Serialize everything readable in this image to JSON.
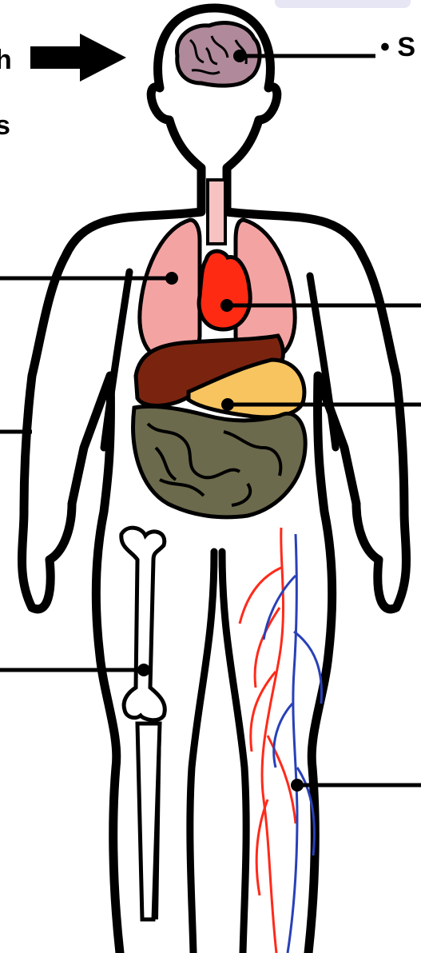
{
  "labels": {
    "top_left_line1": "h",
    "top_left_line2": "s",
    "top_right": "• S"
  },
  "colors": {
    "outline": "#000000",
    "brain": "#b08a9a",
    "lungs": "#f4a3a3",
    "heart": "#ff2a12",
    "liver": "#7a2410",
    "stomach": "#f7c45f",
    "intestines": "#6c6a4c",
    "trachea": "#f6c2c2",
    "artery": "#ff2a1a",
    "vein": "#2940b8",
    "bone": "#ffffff",
    "tab_highlight": "#e6e6f4"
  },
  "icons": {
    "arrow": "right-arrow-icon"
  }
}
